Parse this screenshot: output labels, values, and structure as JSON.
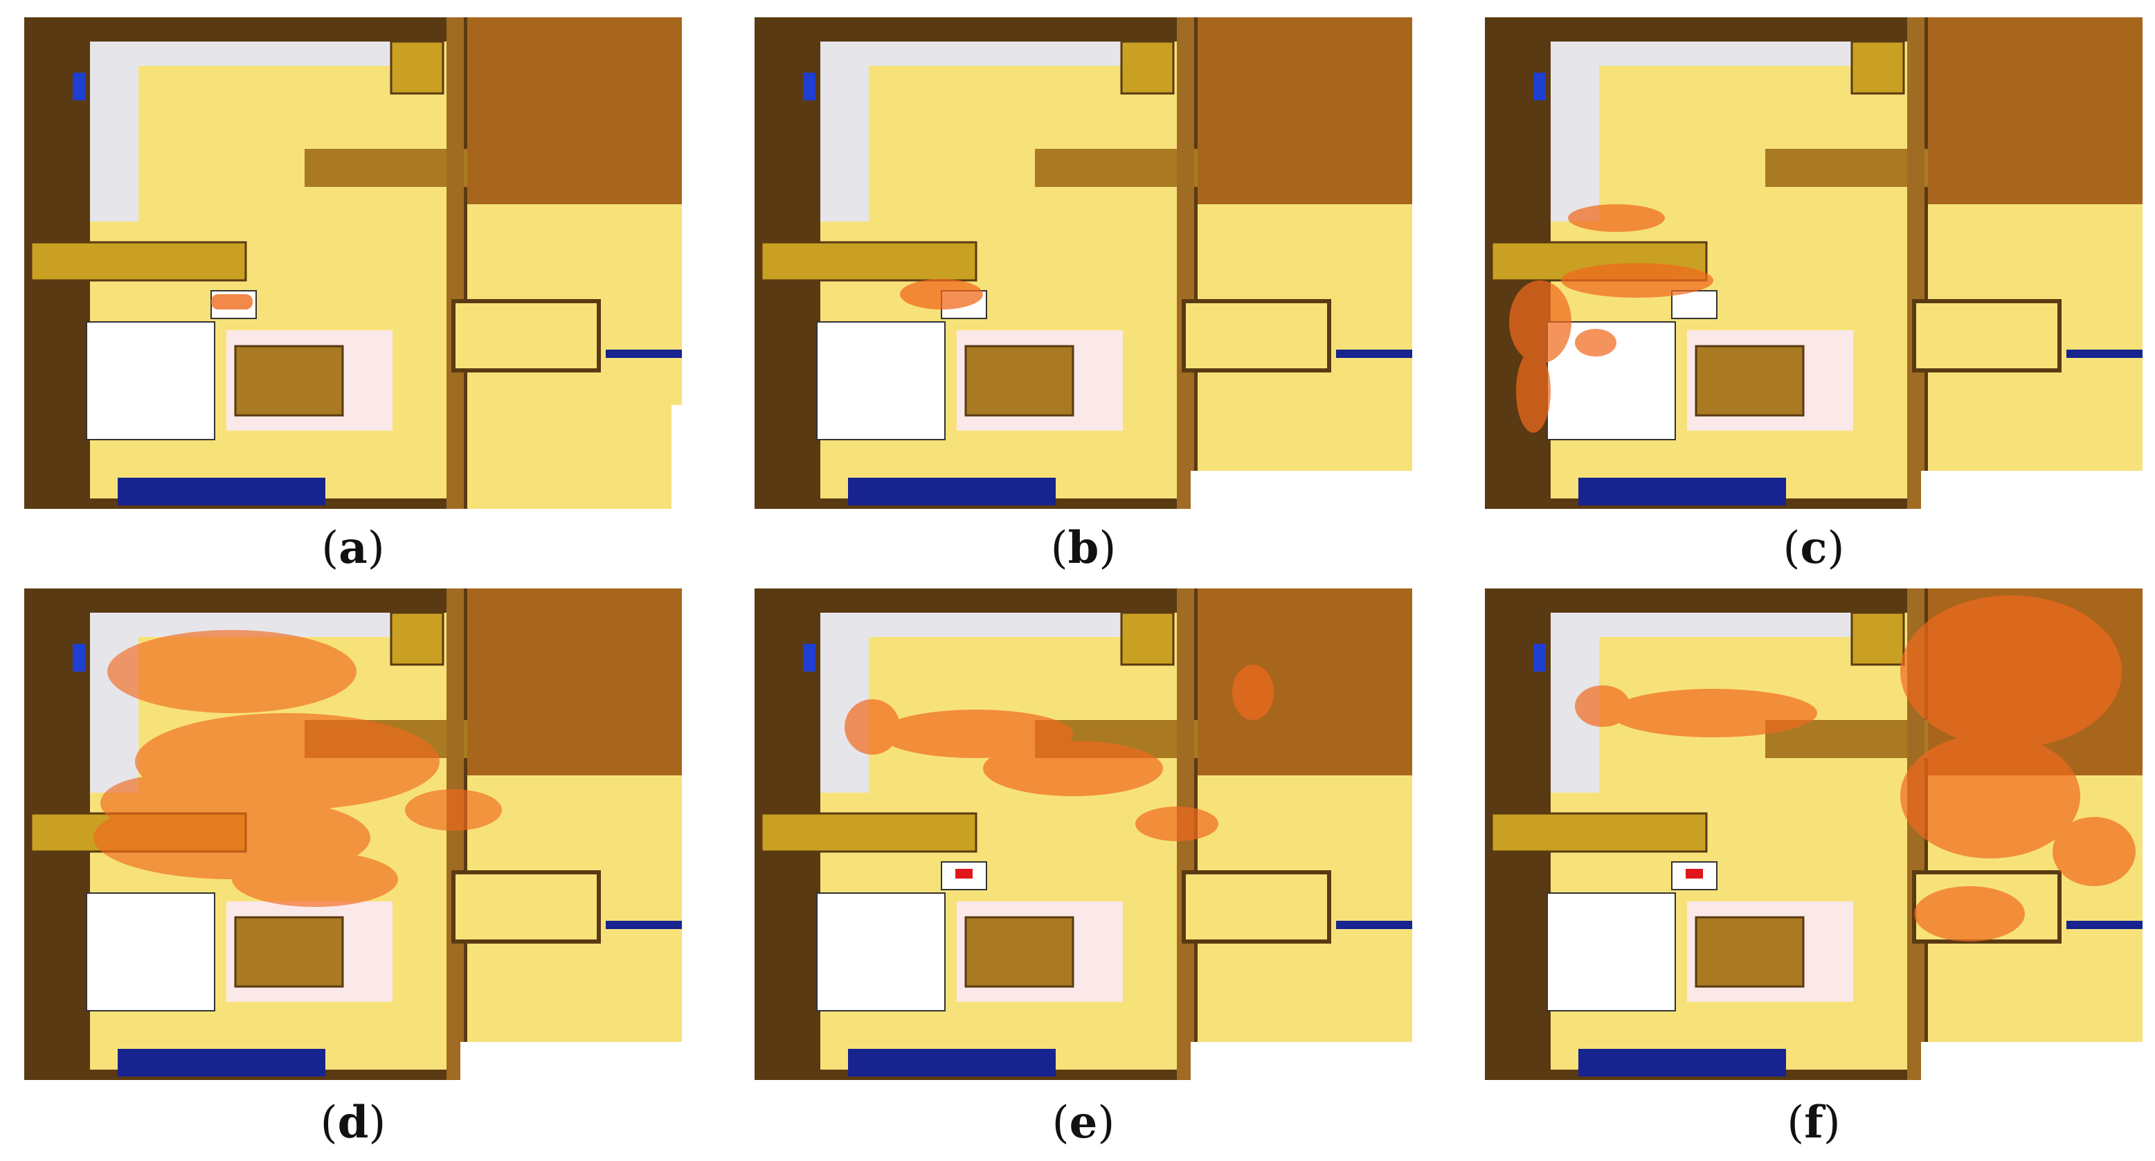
{
  "figure": {
    "panels": [
      {
        "id": "a",
        "caption_open": "(",
        "caption_letter": "a",
        "caption_close": ")",
        "heater_red": false
      },
      {
        "id": "b",
        "caption_open": "(",
        "caption_letter": "b",
        "caption_close": ")",
        "heater_red": false
      },
      {
        "id": "c",
        "caption_open": "(",
        "caption_letter": "c",
        "caption_close": ")",
        "heater_red": false
      },
      {
        "id": "d",
        "caption_open": "(",
        "caption_letter": "d",
        "caption_close": ")",
        "heater_red": false
      },
      {
        "id": "e",
        "caption_open": "(",
        "caption_letter": "e",
        "caption_close": ")",
        "heater_red": true
      },
      {
        "id": "f",
        "caption_open": "(",
        "caption_letter": "f",
        "caption_close": ")",
        "heater_red": true
      }
    ],
    "colors": {
      "floor": "#f7e27a",
      "wall": "#5a3a12",
      "wall_edge": "#a06b22",
      "stairs": "#a8661c",
      "furniture_tan": "#a97a22",
      "cabinet_gold": "#c9a021",
      "counter_white": "#e6e6ea",
      "rug": "#fbe8e8",
      "blue": "#17238f",
      "flame": "#f06a1e",
      "heater_hot": "#e0161a"
    }
  }
}
